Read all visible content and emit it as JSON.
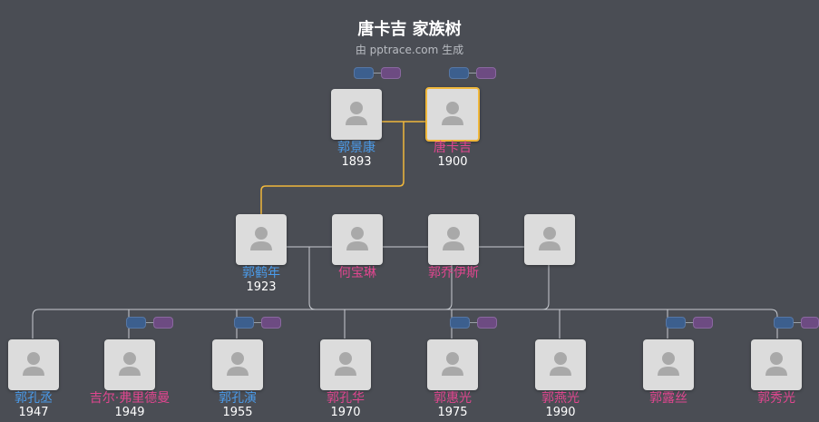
{
  "header": {
    "title": "唐卡吉 家族树",
    "subtitle": "由 pptrace.com 生成"
  },
  "people": [
    {
      "id": "p1",
      "name": "郭景康",
      "year": "1893",
      "gender": "m"
    },
    {
      "id": "p2",
      "name": "唐卡吉",
      "year": "1900",
      "gender": "f",
      "selected": true
    },
    {
      "id": "p3",
      "name": "郭鹤年",
      "year": "1923",
      "gender": "m"
    },
    {
      "id": "p4",
      "name": "何宝琳",
      "year": "",
      "gender": "f"
    },
    {
      "id": "p5",
      "name": "郭乔伊斯",
      "year": "",
      "gender": "f"
    },
    {
      "id": "p6",
      "name": "",
      "year": "",
      "gender": "f"
    },
    {
      "id": "p7",
      "name": "郭孔丞",
      "year": "1947",
      "gender": "m"
    },
    {
      "id": "p8",
      "name": "吉尔·弗里德曼",
      "year": "1949",
      "gender": "f"
    },
    {
      "id": "p9",
      "name": "郭孔演",
      "year": "1955",
      "gender": "m"
    },
    {
      "id": "p10",
      "name": "郭孔华",
      "year": "1970",
      "gender": "f"
    },
    {
      "id": "p11",
      "name": "郭惠光",
      "year": "1975",
      "gender": "f"
    },
    {
      "id": "p12",
      "name": "郭燕光",
      "year": "1990",
      "gender": "f"
    },
    {
      "id": "p13",
      "name": "郭露丝",
      "year": "",
      "gender": "f"
    },
    {
      "id": "p14",
      "name": "郭秀光",
      "year": "",
      "gender": "f"
    }
  ],
  "colors": {
    "background": "#4a4d54",
    "male": "#4a9bea",
    "female": "#e0468f",
    "selected_border": "#f0b73b",
    "connector": "#c9ccd2"
  },
  "icons": [
    "person-silhouette-icon"
  ]
}
